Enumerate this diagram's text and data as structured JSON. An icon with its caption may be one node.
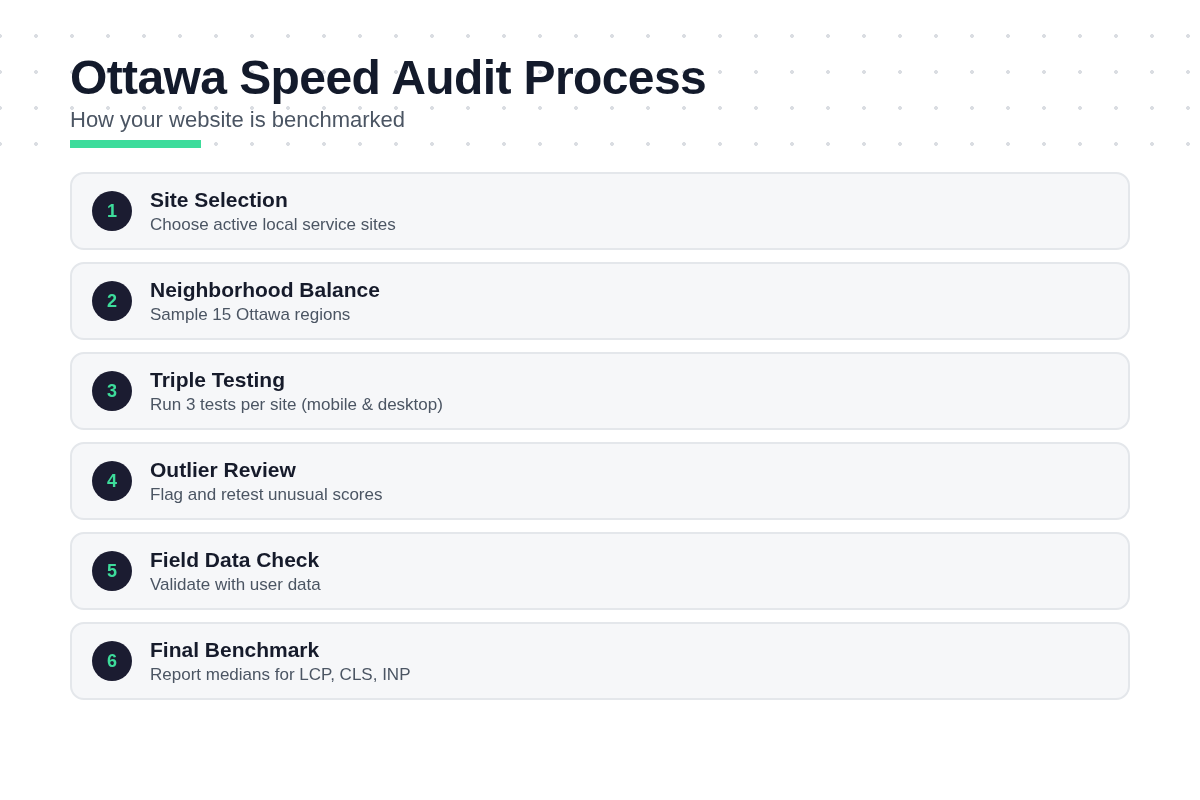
{
  "diagram": {
    "title": "Ottawa Speed Audit Process",
    "nodes": [
      {
        "text": [
          "Site Selection",
          "Choose active local service sites"
        ]
      },
      {
        "text": [
          "1"
        ],
        "in": 0
      },
      {
        "text": [
          "Neighborhood Balance",
          "Sample 15 Ottawa regions"
        ]
      },
      {
        "text": [
          "2"
        ],
        "in": 2
      },
      {
        "text": [
          "Triple Testing",
          "Run 3 tests per site (mobile & desktop)"
        ]
      },
      {
        "text": [
          "3"
        ],
        "in": 4
      },
      {
        "text": [
          "Outlier Review",
          "Flag and retest unusual scores"
        ]
      },
      {
        "text": [
          "4"
        ],
        "in": 6
      },
      {
        "text": [
          "Field Data Check",
          "Validate with user data"
        ]
      },
      {
        "text": [
          "5"
        ],
        "in": 8
      },
      {
        "text": [
          "Final Benchmark",
          "Report medians for LCP, CLS, INP"
        ]
      },
      {
        "text": [
          "6"
        ],
        "in": 10
      }
    ],
    "labels": [
      "How your website is benchmarked"
    ]
  }
}
